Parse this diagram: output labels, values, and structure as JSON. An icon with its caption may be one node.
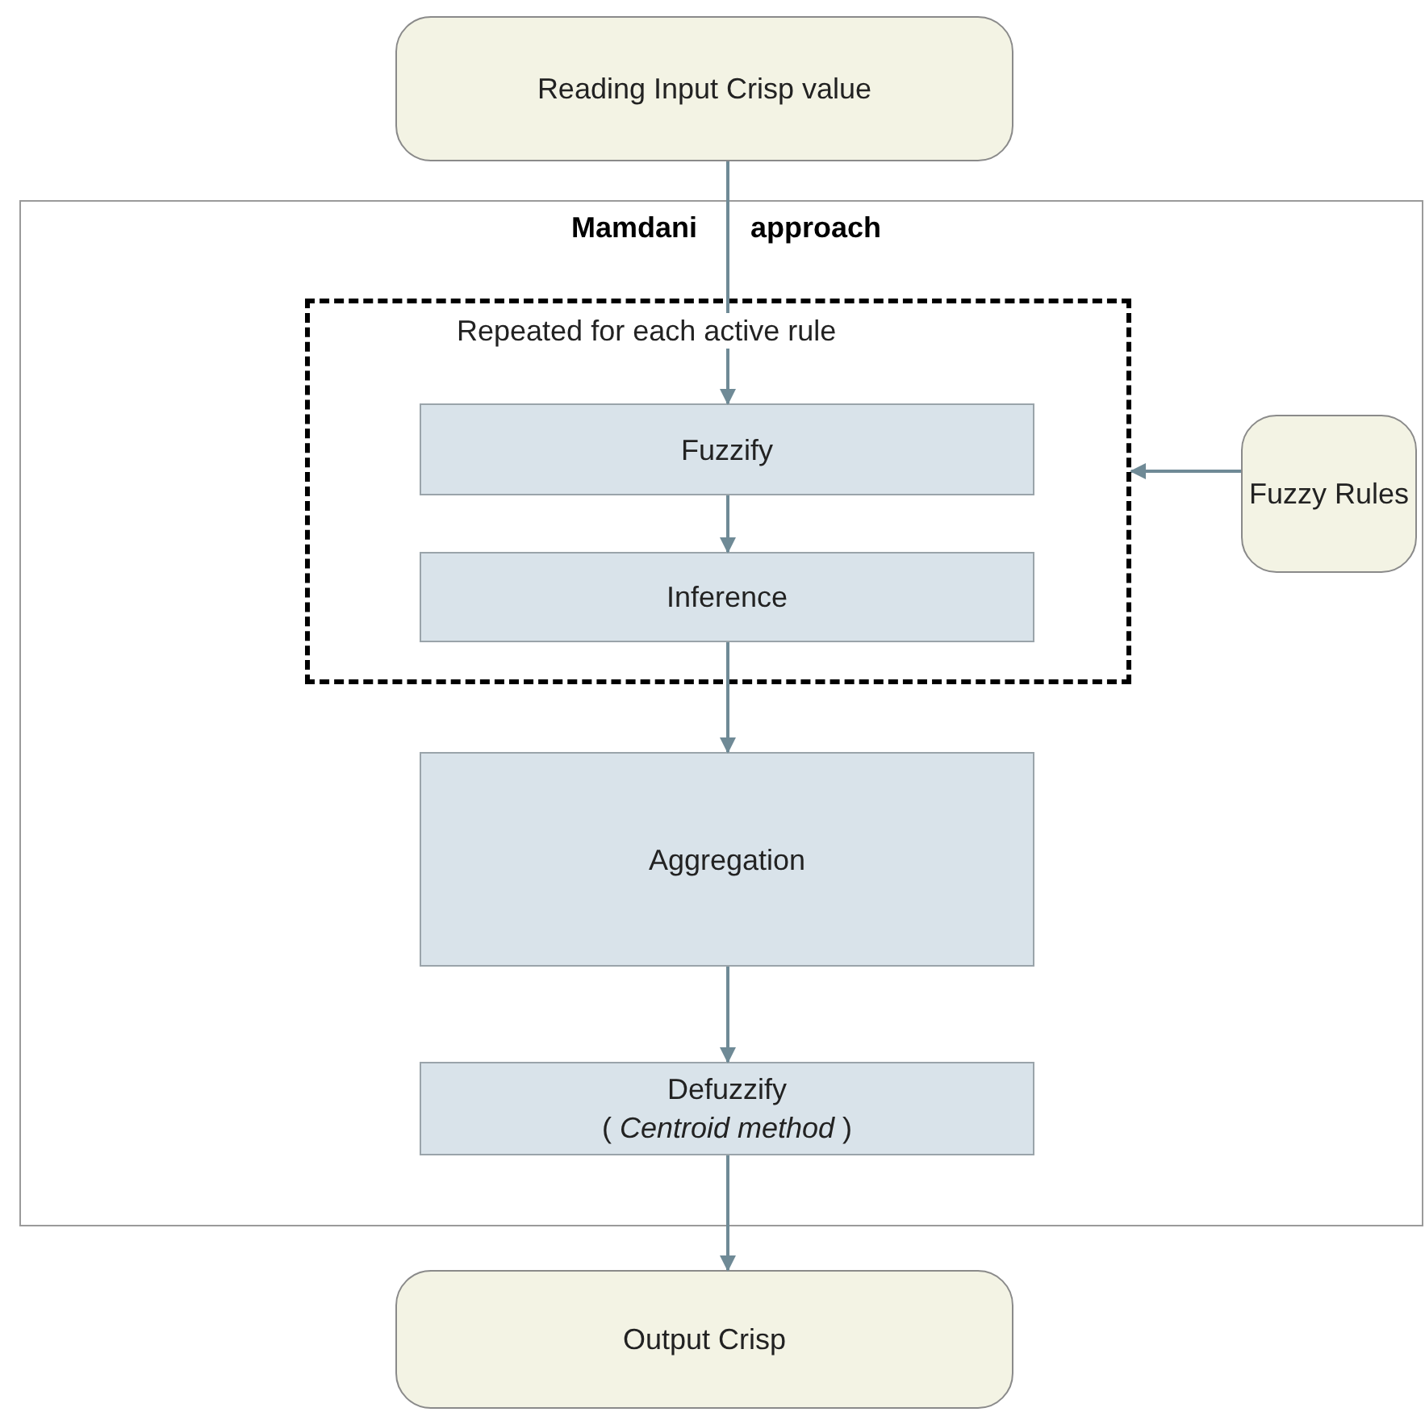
{
  "diagram": {
    "nodes": [
      {
        "text": [
          "Reading Input Crisp value"
        ]
      },
      {
        "text": [
          "Mamdani approach"
        ]
      },
      {
        "text": [
          "Repeated for each active rule"
        ],
        "in": 1
      },
      {
        "text": [
          "Fuzzify"
        ],
        "in": 2
      },
      {
        "text": [
          "Inference"
        ],
        "in": 2
      },
      {
        "text": [
          "Aggregation"
        ],
        "in": 1
      },
      {
        "text": [
          "Defuzzify",
          "( *Centroid method* )"
        ],
        "in": 1
      },
      {
        "text": [
          "Fuzzy Rules"
        ],
        "in": 1
      },
      {
        "text": [
          "Output Crisp"
        ]
      }
    ],
    "edges": [
      {
        "from": 0,
        "to": 3,
        "arrow": "to"
      },
      {
        "from": 3,
        "to": 4,
        "arrow": "to"
      },
      {
        "from": 4,
        "to": 5,
        "arrow": "to"
      },
      {
        "from": 5,
        "to": 6,
        "arrow": "to"
      },
      {
        "from": 6,
        "to": 8,
        "arrow": "to"
      },
      {
        "from": 7,
        "to": 2,
        "arrow": "to"
      }
    ]
  }
}
